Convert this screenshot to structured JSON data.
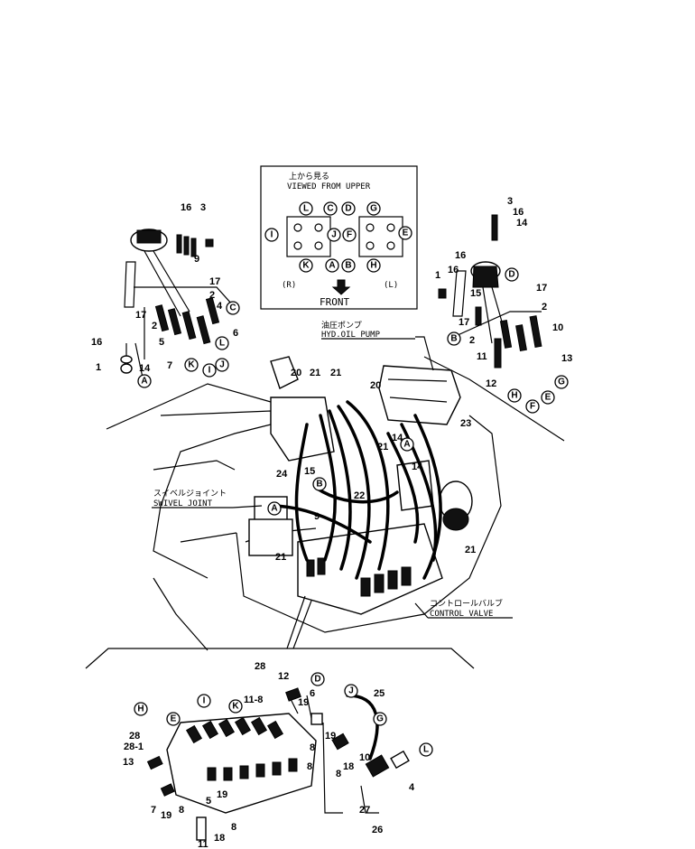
{
  "inset_box": {
    "title_jp": "上から見る",
    "title_en": "VIEWED FROM UPPER",
    "right_label": "(R)",
    "left_label": "(L)",
    "front_label": "FRONT",
    "port_letters_top": [
      "L",
      "C",
      "D",
      "G"
    ],
    "port_letters_mid_left": "I",
    "port_letters_mid": [
      "J",
      "F"
    ],
    "port_letters_mid_right": "E",
    "port_letters_bottom": [
      "K",
      "A",
      "B",
      "H"
    ]
  },
  "callouts": {
    "hyd_pump_jp": "油圧ポンプ",
    "hyd_pump_en": "HYD.OIL PUMP",
    "swivel_jp": "スイベルジョイント",
    "swivel_en": "SWIVEL JOINT",
    "control_jp": "コントロールバルブ",
    "control_en": "CONTROL VALVE"
  },
  "left_lever": {
    "numbers": [
      "16",
      "3",
      "9",
      "17",
      "2",
      "17",
      "2",
      "4",
      "5",
      "6",
      "7",
      "16",
      "14",
      "1"
    ],
    "letters": [
      "C",
      "L",
      "K",
      "I",
      "J",
      "A"
    ]
  },
  "right_lever": {
    "numbers": [
      "3",
      "16",
      "14",
      "16",
      "1",
      "16",
      "15",
      "17",
      "2",
      "10",
      "17",
      "2",
      "11",
      "13",
      "12"
    ],
    "letters": [
      "D",
      "B",
      "H",
      "F",
      "E",
      "G"
    ]
  },
  "main": {
    "numbers": [
      "20",
      "21",
      "21",
      "20",
      "21",
      "14",
      "23",
      "14",
      "21",
      "24",
      "15",
      "9",
      "22",
      "21"
    ],
    "letters": [
      "A",
      "B",
      "A"
    ]
  },
  "valve_detail": {
    "numbers": [
      "28",
      "12",
      "6",
      "11-8",
      "19",
      "8",
      "25",
      "19",
      "8",
      "10",
      "18",
      "8",
      "28",
      "28-1",
      "13",
      "7",
      "19",
      "8",
      "5",
      "19",
      "18",
      "8",
      "11",
      "4",
      "27",
      "26"
    ],
    "letters": [
      "H",
      "I",
      "E",
      "K",
      "D",
      "J",
      "G",
      "L"
    ]
  }
}
